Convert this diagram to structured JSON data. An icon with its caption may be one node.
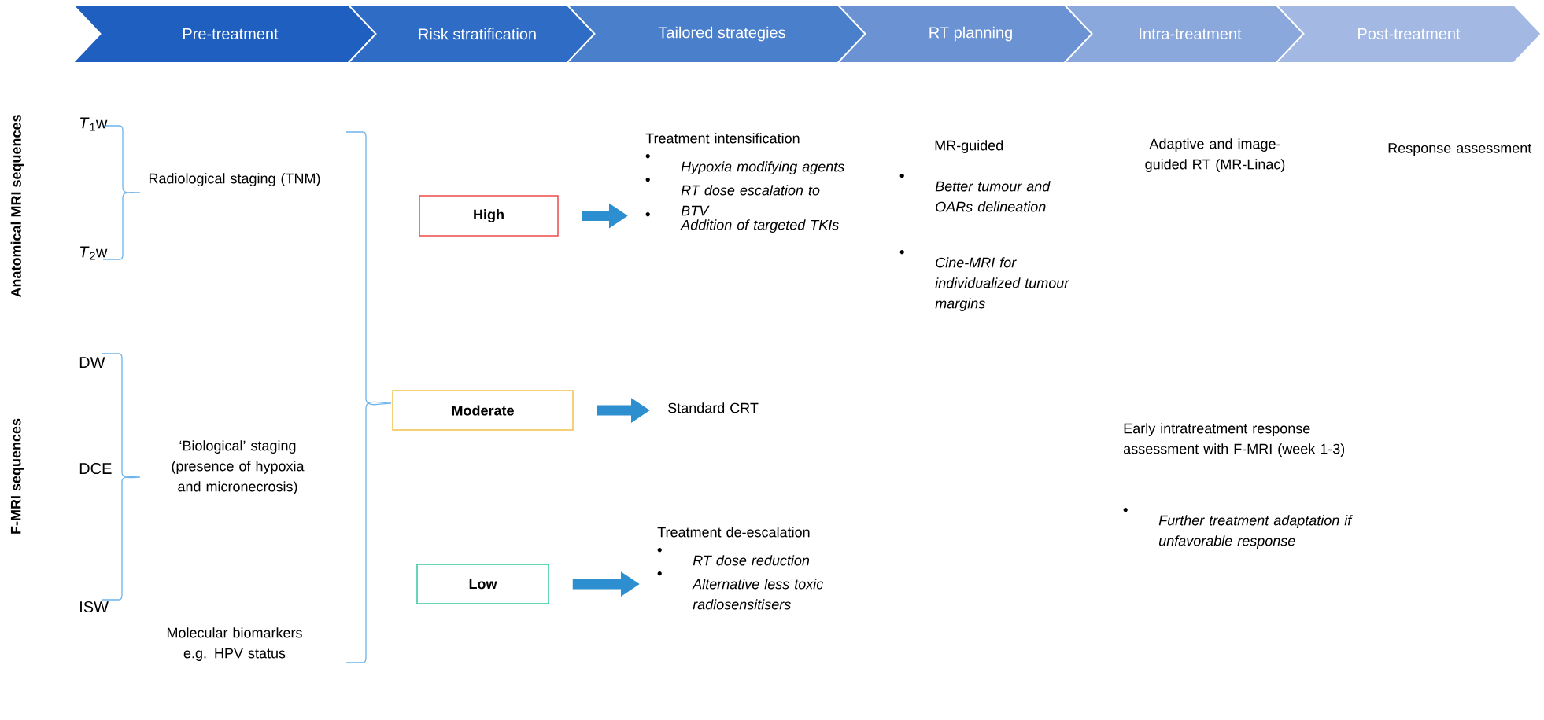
{
  "diagram": {
    "nodes": [
      {
        "text": [
          "Pre-treatment"
        ]
      },
      {
        "text": [
          "Risk stratification"
        ]
      },
      {
        "text": [
          "Tailored strategies"
        ]
      },
      {
        "text": [
          "RT planning"
        ]
      },
      {
        "text": [
          "Intra-treatment"
        ]
      },
      {
        "text": [
          "Post-treatment"
        ]
      },
      {
        "text": [
          "High"
        ]
      },
      {
        "text": [
          "Moderate"
        ]
      },
      {
        "text": [
          "Low"
        ]
      },
      {
        "text": [
          "Treatment intensification",
          "Hypoxia modifying agents",
          "RT dose escalation to BTV",
          "Addition of targeted TKIs"
        ]
      },
      {
        "text": [
          "Standard CRT"
        ]
      },
      {
        "text": [
          "Treatment de-escalation",
          "RT dose reduction",
          "Alternative less toxic radiosensitisers"
        ]
      }
    ],
    "edges": [
      {
        "from": 6,
        "to": 9,
        "arrow": "to"
      },
      {
        "from": 7,
        "to": 10,
        "arrow": "to"
      },
      {
        "from": 8,
        "to": 11,
        "arrow": "to"
      }
    ],
    "labels": [
      "Anatomical MRI sequences",
      "F-MRI sequences",
      "*T*$_{1}$w",
      "*T*$_{2}$w",
      "DW",
      "DCE",
      "ISW",
      "Radiological staging (TNM)",
      "‘Biological’ staging (presence of hypoxia and micronecrosis)",
      "Molecular biomarkers e.g. HPV status",
      "MR-guided",
      "Better tumour and OARs delineation",
      "Cine-MRI for individualized tumour margins",
      "Adaptive and image-guided RT (MR-Linac)",
      "Response assessment",
      "Early intratreatment response assessment with F-MRI (week 1-3)",
      "Further treatment adaptation if unfavorable response"
    ]
  }
}
